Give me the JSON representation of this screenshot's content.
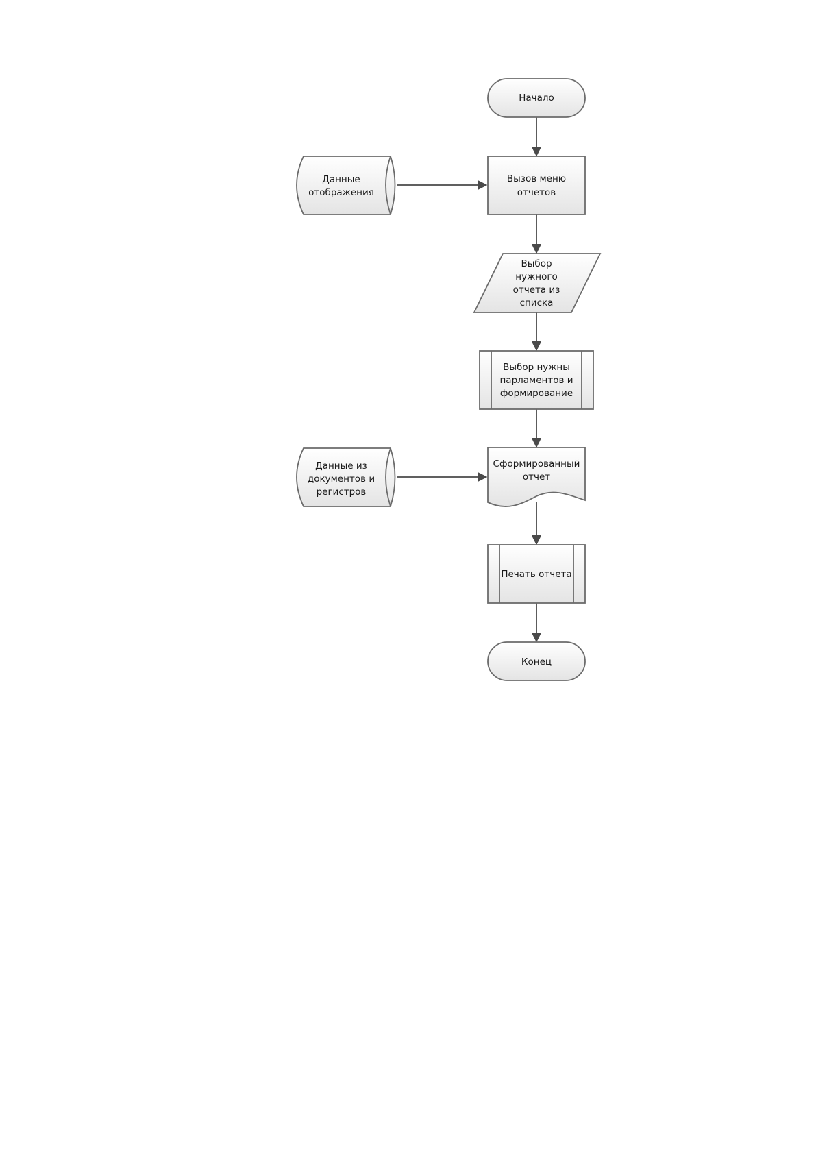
{
  "diagram": {
    "nodes": {
      "start": {
        "shape": "terminator",
        "lines": [
          "Начало"
        ]
      },
      "menu": {
        "shape": "process",
        "lines": [
          "Вызов меню",
          "отчетов"
        ]
      },
      "select": {
        "shape": "input-output",
        "lines": [
          "Выбор",
          "нужного",
          "отчета из",
          "списка"
        ]
      },
      "params": {
        "shape": "predefined-process",
        "lines": [
          "Выбор нужны",
          "парламентов и",
          "формирование"
        ]
      },
      "report": {
        "shape": "document",
        "lines": [
          "Сформированный",
          "отчет"
        ]
      },
      "print": {
        "shape": "predefined-process",
        "lines": [
          "Печать отчета"
        ]
      },
      "end": {
        "shape": "terminator",
        "lines": [
          "Конец"
        ]
      },
      "store_display": {
        "shape": "stored-data",
        "lines": [
          "Данные",
          "отображения"
        ]
      },
      "store_docs": {
        "shape": "stored-data",
        "lines": [
          "Данные из",
          "документов и",
          "регистров"
        ]
      }
    },
    "edges": [
      {
        "from": "start",
        "to": "menu"
      },
      {
        "from": "store_display",
        "to": "menu"
      },
      {
        "from": "menu",
        "to": "select"
      },
      {
        "from": "select",
        "to": "params"
      },
      {
        "from": "params",
        "to": "report"
      },
      {
        "from": "store_docs",
        "to": "report"
      },
      {
        "from": "report",
        "to": "print"
      },
      {
        "from": "print",
        "to": "end"
      }
    ]
  }
}
